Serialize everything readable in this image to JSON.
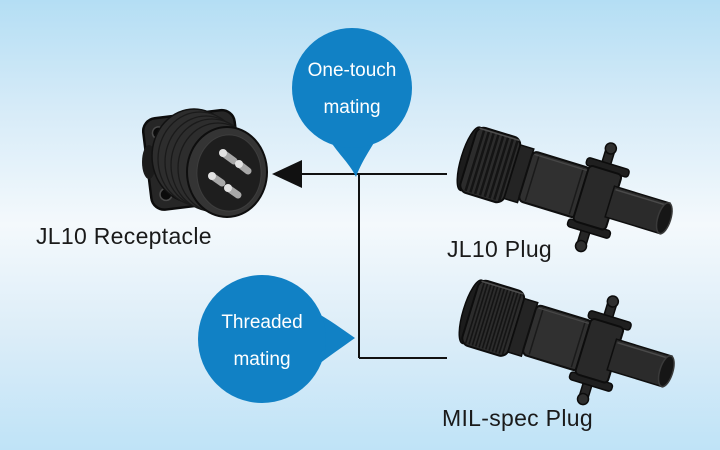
{
  "colors": {
    "bubble_blue": "#1181c5",
    "bubble_text": "#ffffff",
    "label_text": "#1a1a1a",
    "connector_line": "#111111",
    "bg_top": "#b4def4",
    "bg_middle": "#f4f9fc",
    "bg_bottom": "#bfe3f7"
  },
  "diagram": {
    "receptacle": {
      "label": "JL10 Receptacle"
    },
    "plugs": [
      {
        "label": "JL10 Plug"
      },
      {
        "label": "MIL-spec Plug"
      }
    ],
    "callouts": [
      {
        "line1": "One-touch",
        "line2": "mating"
      },
      {
        "line1": "Threaded",
        "line2": "mating"
      }
    ],
    "images": [
      {
        "name": "jl10-receptacle-render"
      },
      {
        "name": "jl10-plug-render"
      },
      {
        "name": "mil-spec-plug-render"
      }
    ]
  }
}
